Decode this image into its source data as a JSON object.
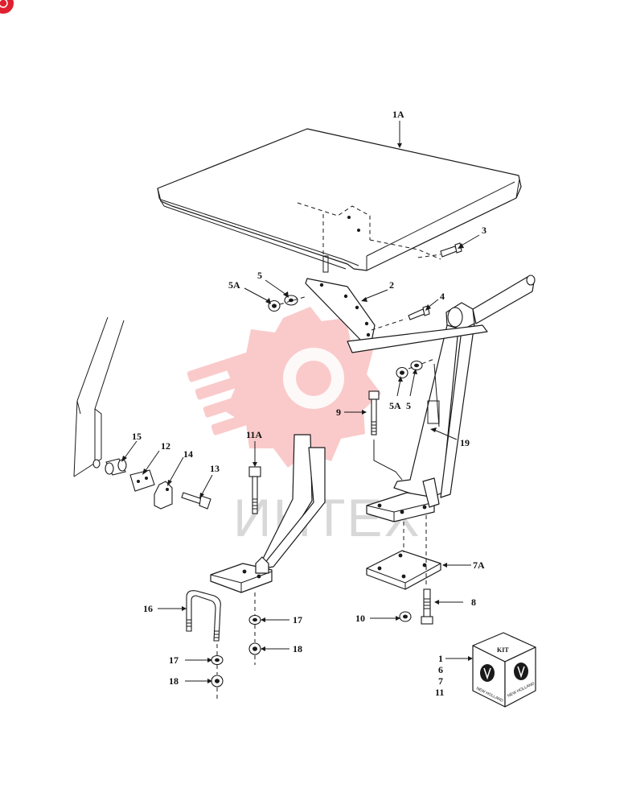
{
  "diagram": {
    "callouts": {
      "c1A": "1A",
      "c2": "2",
      "c3": "3",
      "c4": "4",
      "c5_top": "5",
      "c5A_top": "5A",
      "c5A_mid": "5A",
      "c5_mid": "5",
      "c7A": "7A",
      "c8": "8",
      "c9": "9",
      "c10": "10",
      "c11A": "11A",
      "c12": "12",
      "c13": "13",
      "c14": "14",
      "c15": "15",
      "c16": "16",
      "c17_right": "17",
      "c18_right": "18",
      "c17_left": "17",
      "c18_left": "18",
      "c19": "19"
    },
    "kit": {
      "box_label": "KIT",
      "brand": "NEW HOLLAND",
      "brand_side": "NEW HOLLAND",
      "items": [
        "1",
        "6",
        "7",
        "11"
      ]
    },
    "watermark": "ИНТЕХ",
    "colors": {
      "line": "#1a1a1a",
      "watermark_logo": "#f26b6b",
      "corner_badge": "#e0202f"
    }
  }
}
